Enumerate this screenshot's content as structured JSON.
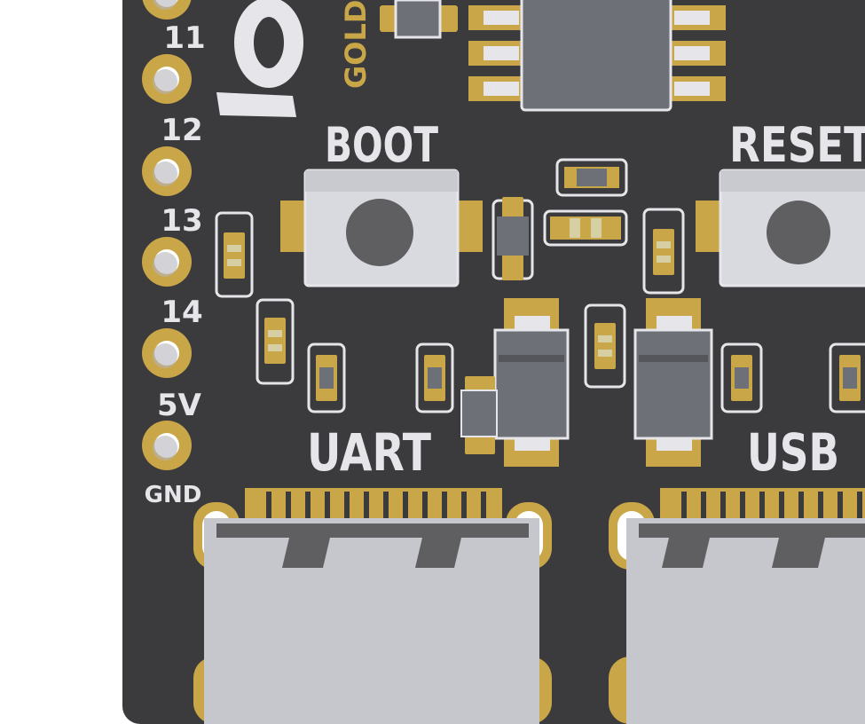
{
  "colors": {
    "board": "#3b3b3d",
    "gold": "#c9a648",
    "silkscreen": "#e6e6ea",
    "ic_body": "#6e7078",
    "button_body": "#d9dadf",
    "button_cap": "#5f5f62",
    "usb_shell": "#c6c7cc",
    "background": "#ffffff"
  },
  "pin_labels": [
    "11",
    "12",
    "13",
    "14",
    "5V",
    "GND"
  ],
  "silkscreen": {
    "logo_fragment": "GOLD",
    "boot_label": "BOOT",
    "reset_label": "RESET",
    "uart_label": "UART",
    "usb_label": "USB"
  },
  "components": {
    "boot_button_icon": "tactile-switch-icon",
    "reset_button_icon": "tactile-switch-icon",
    "uart_connector_icon": "usb-c-connector-icon",
    "usb_connector_icon": "usb-c-connector-icon",
    "ic_icon": "soic-chip-icon"
  }
}
